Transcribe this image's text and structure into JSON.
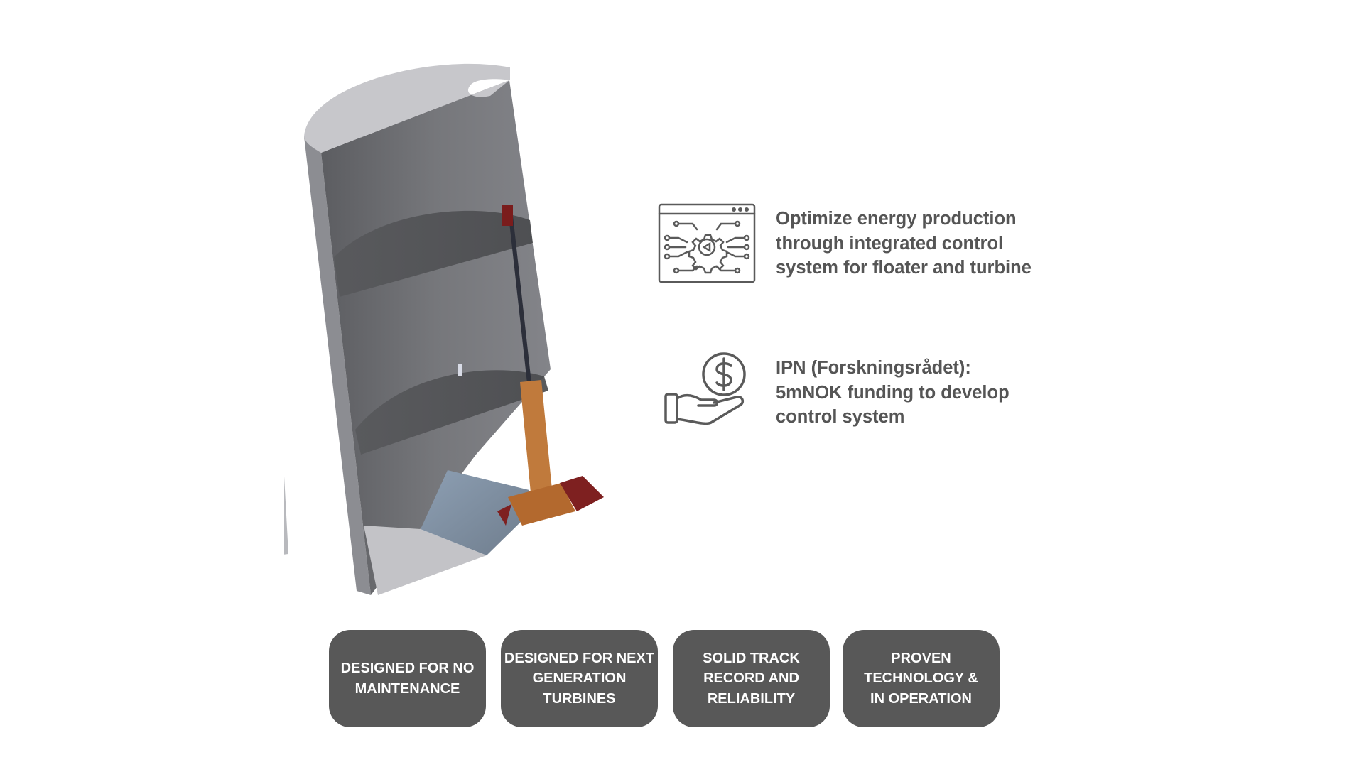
{
  "features": [
    {
      "icon": "circuit-gear-window-icon",
      "lines": [
        "Optimize energy production",
        "through integrated control",
        "system for floater and turbine"
      ]
    },
    {
      "icon": "hand-dollar-icon",
      "lines": [
        "IPN (Forskningsrådet):",
        "5mNOK funding to develop",
        "control system"
      ]
    }
  ],
  "badges": [
    {
      "lines": [
        "DESIGNED FOR NO",
        "MAINTENANCE"
      ]
    },
    {
      "lines": [
        "DESIGNED FOR NEXT",
        "GENERATION",
        "TURBINES"
      ]
    },
    {
      "lines": [
        "SOLID TRACK",
        "RECORD AND",
        "RELIABILITY"
      ]
    },
    {
      "lines": [
        "PROVEN",
        "TECHNOLOGY &",
        "IN OPERATION"
      ]
    }
  ],
  "illustration": "floater-column-cutaway-illustration",
  "colors": {
    "text": "#555555",
    "badge_bg": "#585858",
    "badge_text": "#ffffff",
    "icon_stroke": "#5a5a5a"
  }
}
